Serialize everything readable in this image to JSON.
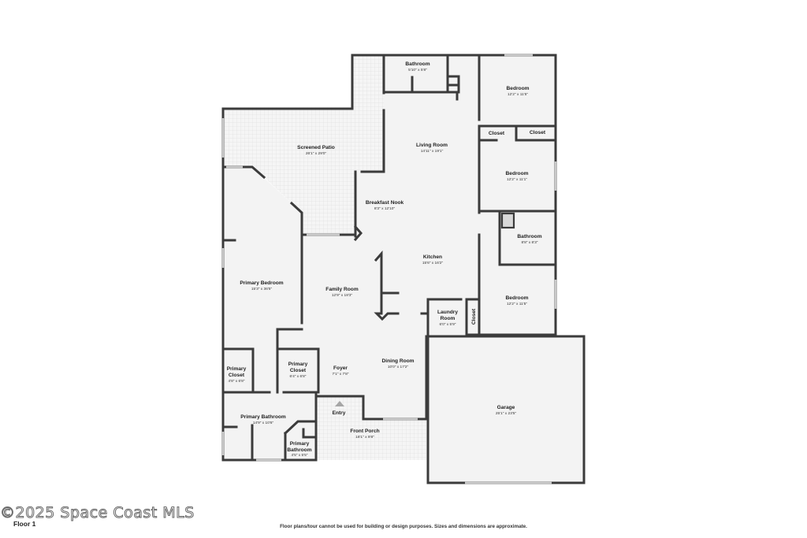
{
  "rooms": {
    "bathroom_top": {
      "name": "Bathroom",
      "dims": "5'10\" x 5'8\""
    },
    "bedroom_1": {
      "name": "Bedroom",
      "dims": "12'2\" x 11'5\""
    },
    "closet_a": {
      "name": "Closet"
    },
    "closet_b": {
      "name": "Closet"
    },
    "screened_patio": {
      "name": "Screened Patio",
      "dims": "26'1\" x 29'0\""
    },
    "living_room": {
      "name": "Living Room",
      "dims": "14'11\" x 19'1\""
    },
    "bedroom_2": {
      "name": "Bedroom",
      "dims": "12'2\" x 11'1\""
    },
    "breakfast_nook": {
      "name": "Breakfast Nook",
      "dims": "8'3\" x 12'10\""
    },
    "bathroom_2": {
      "name": "Bathroom",
      "dims": "8'8\" x 8'3\""
    },
    "kitchen": {
      "name": "Kitchen",
      "dims": "15'6\" x 16'2\""
    },
    "primary_bedroom": {
      "name": "Primary Bedroom",
      "dims": "15'3\" x 36'5\""
    },
    "family_room": {
      "name": "Family Room",
      "dims": "12'9\" x 18'3\""
    },
    "bedroom_3": {
      "name": "Bedroom",
      "dims": "12'2\" x 11'5\""
    },
    "laundry_room": {
      "name_1": "Laundry",
      "name_2": "Room",
      "dims": "6'0\" x 5'9\""
    },
    "closet_c": {
      "name": "Closet"
    },
    "primary_closet_1": {
      "name_1": "Primary",
      "name_2": "Closet",
      "dims": "4'8\" x 6'8\""
    },
    "primary_closet_2": {
      "name_1": "Primary",
      "name_2": "Closet",
      "dims": "6'4\" x 6'8\""
    },
    "foyer": {
      "name": "Foyer",
      "dims": "7'1\" x 7'8\""
    },
    "dining_room": {
      "name": "Dining Room",
      "dims": "10'0\" x 17'2\""
    },
    "entry": {
      "name": "Entry"
    },
    "primary_bathroom": {
      "name": "Primary Bathroom",
      "dims": "14'9\" x 10'6\""
    },
    "primary_bathroom_2": {
      "name_1": "Primary",
      "name_2": "Bathroom",
      "dims": "4'5\" x 5'5\""
    },
    "front_porch": {
      "name": "Front Porch",
      "dims": "18'1\" x 9'8\""
    },
    "garage": {
      "name": "Garage",
      "dims": "25'1\" x 23'5\""
    }
  },
  "watermark": "©2025 Space Coast MLS",
  "floor_label": "Floor 1",
  "disclaimer": "Floor plans/tour cannot be used for building or design purposes. Sizes and dimensions are approximate."
}
